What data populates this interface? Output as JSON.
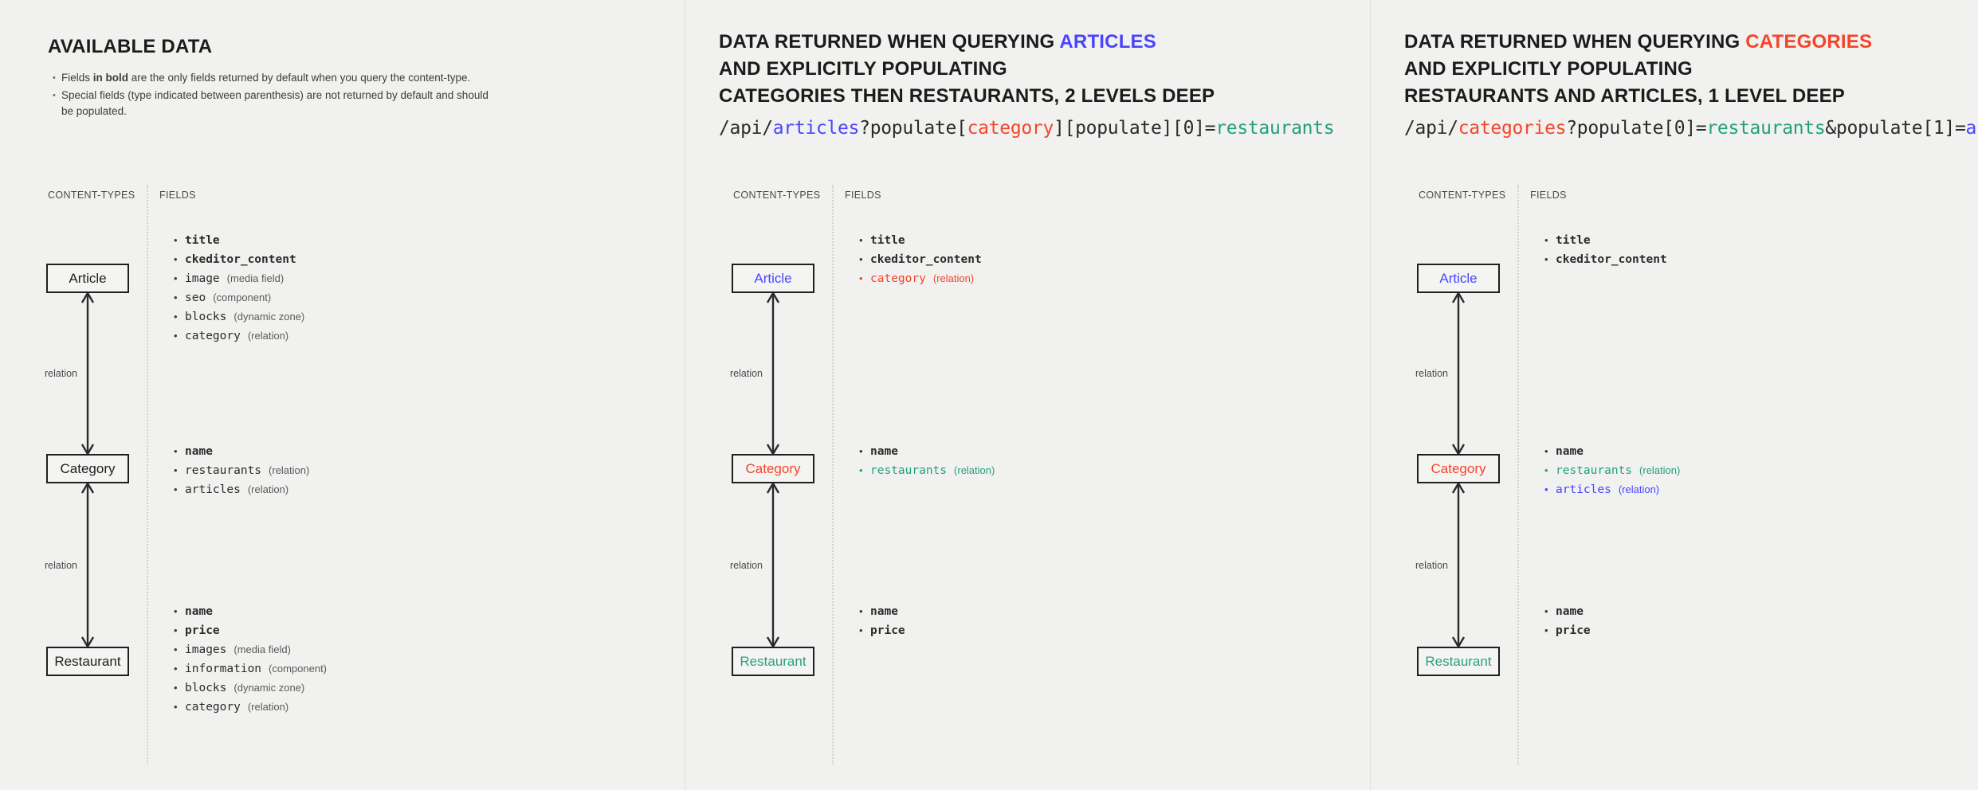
{
  "colors": {
    "background": "#f1f1f0",
    "articles_blue": "#4945ff",
    "categories_red": "#f4452a",
    "restaurants_green": "#22a07c",
    "box_border": "#1f1f1f"
  },
  "columns": [
    {
      "id": "available-data",
      "heading_lines": [
        {
          "parts": [
            {
              "text": "AVAILABLE DATA",
              "color": "plain"
            }
          ]
        }
      ],
      "notes": [
        "Fields in bold are the only fields returned by default when you query the content-type.",
        "Special fields (type indicated between parenthesis) are not returned by default and should be populated."
      ],
      "notes_bold_token": "in bold",
      "api_url": null,
      "caption_content_types": "CONTENT-TYPES",
      "caption_fields": "FIELDS",
      "relation_label": "relation",
      "entities": [
        {
          "label": "Article",
          "color": "plain"
        },
        {
          "label": "Category",
          "color": "plain"
        },
        {
          "label": "Restaurant",
          "color": "plain"
        }
      ],
      "field_groups": [
        [
          {
            "name": "title",
            "type": "",
            "bold": true,
            "color": "plain"
          },
          {
            "name": "ckeditor_content",
            "type": "",
            "bold": true,
            "color": "plain"
          },
          {
            "name": "image",
            "type": "(media field)",
            "bold": false,
            "color": "plain"
          },
          {
            "name": "seo",
            "type": "(component)",
            "bold": false,
            "color": "plain"
          },
          {
            "name": "blocks",
            "type": "(dynamic zone)",
            "bold": false,
            "color": "plain"
          },
          {
            "name": "category",
            "type": "(relation)",
            "bold": false,
            "color": "plain"
          }
        ],
        [
          {
            "name": "name",
            "type": "",
            "bold": true,
            "color": "plain"
          },
          {
            "name": "restaurants",
            "type": "(relation)",
            "bold": false,
            "color": "plain"
          },
          {
            "name": "articles",
            "type": "(relation)",
            "bold": false,
            "color": "plain"
          }
        ],
        [
          {
            "name": "name",
            "type": "",
            "bold": true,
            "color": "plain"
          },
          {
            "name": "price",
            "type": "",
            "bold": true,
            "color": "plain"
          },
          {
            "name": "images",
            "type": "(media field)",
            "bold": false,
            "color": "plain"
          },
          {
            "name": "information",
            "type": "(component)",
            "bold": false,
            "color": "plain"
          },
          {
            "name": "blocks",
            "type": "(dynamic zone)",
            "bold": false,
            "color": "plain"
          },
          {
            "name": "category",
            "type": "(relation)",
            "bold": false,
            "color": "plain"
          }
        ]
      ]
    },
    {
      "id": "query-articles",
      "heading_lines": [
        {
          "parts": [
            {
              "text": "DATA RETURNED WHEN QUERYING ",
              "color": "plain"
            },
            {
              "text": "ARTICLES",
              "color": "blue"
            }
          ]
        },
        {
          "parts": [
            {
              "text": "AND EXPLICITLY POPULATING",
              "color": "plain"
            }
          ]
        },
        {
          "parts": [
            {
              "text": "CATEGORIES THEN RESTAURANTS, 2 LEVELS DEEP",
              "color": "plain"
            }
          ]
        }
      ],
      "notes": [],
      "api_url": [
        {
          "text": "/api/",
          "color": "plain"
        },
        {
          "text": "articles",
          "color": "blue"
        },
        {
          "text": "?populate[",
          "color": "plain"
        },
        {
          "text": "category",
          "color": "red"
        },
        {
          "text": "][populate][0]=",
          "color": "plain"
        },
        {
          "text": "restaurants",
          "color": "green"
        }
      ],
      "caption_content_types": "CONTENT-TYPES",
      "caption_fields": "FIELDS",
      "relation_label": "relation",
      "entities": [
        {
          "label": "Article",
          "color": "blue"
        },
        {
          "label": "Category",
          "color": "red"
        },
        {
          "label": "Restaurant",
          "color": "green"
        }
      ],
      "field_groups": [
        [
          {
            "name": "title",
            "type": "",
            "bold": true,
            "color": "plain"
          },
          {
            "name": "ckeditor_content",
            "type": "",
            "bold": true,
            "color": "plain"
          },
          {
            "name": "category",
            "type": "(relation)",
            "bold": false,
            "color": "red"
          }
        ],
        [
          {
            "name": "name",
            "type": "",
            "bold": true,
            "color": "plain"
          },
          {
            "name": "restaurants",
            "type": "(relation)",
            "bold": false,
            "color": "green"
          }
        ],
        [
          {
            "name": "name",
            "type": "",
            "bold": true,
            "color": "plain"
          },
          {
            "name": "price",
            "type": "",
            "bold": true,
            "color": "plain"
          }
        ]
      ]
    },
    {
      "id": "query-categories",
      "heading_lines": [
        {
          "parts": [
            {
              "text": "DATA RETURNED WHEN QUERYING ",
              "color": "plain"
            },
            {
              "text": "CATEGORIES",
              "color": "red"
            }
          ]
        },
        {
          "parts": [
            {
              "text": "AND EXPLICITLY POPULATING",
              "color": "plain"
            }
          ]
        },
        {
          "parts": [
            {
              "text": "RESTAURANTS AND ARTICLES, 1 LEVEL DEEP",
              "color": "plain"
            }
          ]
        }
      ],
      "notes": [],
      "api_url": [
        {
          "text": "/api/",
          "color": "plain"
        },
        {
          "text": "categories",
          "color": "red"
        },
        {
          "text": "?populate[0]=",
          "color": "plain"
        },
        {
          "text": "restaurants",
          "color": "green"
        },
        {
          "text": "&populate[1]=",
          "color": "plain"
        },
        {
          "text": "articles",
          "color": "blue"
        }
      ],
      "caption_content_types": "CONTENT-TYPES",
      "caption_fields": "FIELDS",
      "relation_label": "relation",
      "entities": [
        {
          "label": "Article",
          "color": "blue"
        },
        {
          "label": "Category",
          "color": "red"
        },
        {
          "label": "Restaurant",
          "color": "green"
        }
      ],
      "field_groups": [
        [
          {
            "name": "title",
            "type": "",
            "bold": true,
            "color": "plain"
          },
          {
            "name": "ckeditor_content",
            "type": "",
            "bold": true,
            "color": "plain"
          }
        ],
        [
          {
            "name": "name",
            "type": "",
            "bold": true,
            "color": "plain"
          },
          {
            "name": "restaurants",
            "type": "(relation)",
            "bold": false,
            "color": "green"
          },
          {
            "name": "articles",
            "type": "(relation)",
            "bold": false,
            "color": "blue"
          }
        ],
        [
          {
            "name": "name",
            "type": "",
            "bold": true,
            "color": "plain"
          },
          {
            "name": "price",
            "type": "",
            "bold": true,
            "color": "plain"
          }
        ]
      ]
    }
  ]
}
